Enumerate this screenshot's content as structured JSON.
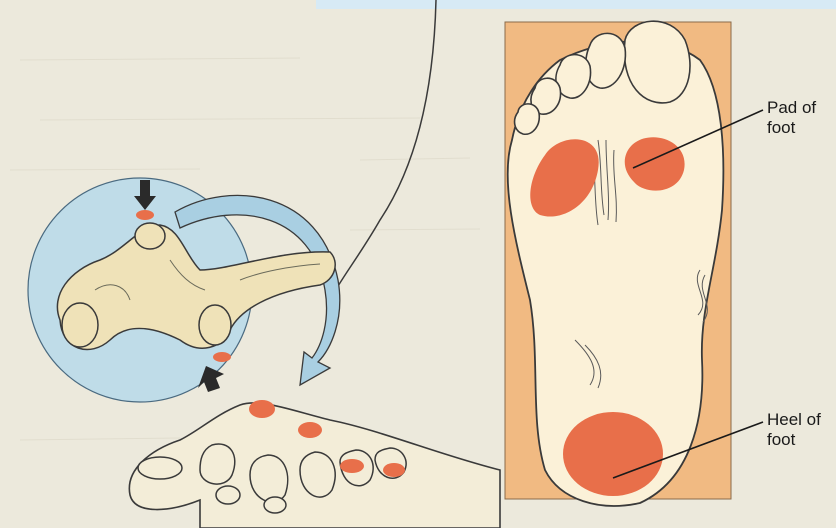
{
  "labels": {
    "pad": {
      "line1": "Pad of",
      "line2": "foot"
    },
    "heel": {
      "line1": "Heel of",
      "line2": "foot"
    }
  },
  "colors": {
    "background": "#ece9dc",
    "top_band": "#d7eaf5",
    "panel": "#f1ba82",
    "sole": "#fbf1d8",
    "callout": "#e86f4a",
    "circle": "#bfdce8",
    "bone": "#efe2b8",
    "outline": "#3a3a3a"
  },
  "icons": [
    "curved-arrow-icon",
    "down-arrow-icon",
    "up-arrow-icon"
  ]
}
